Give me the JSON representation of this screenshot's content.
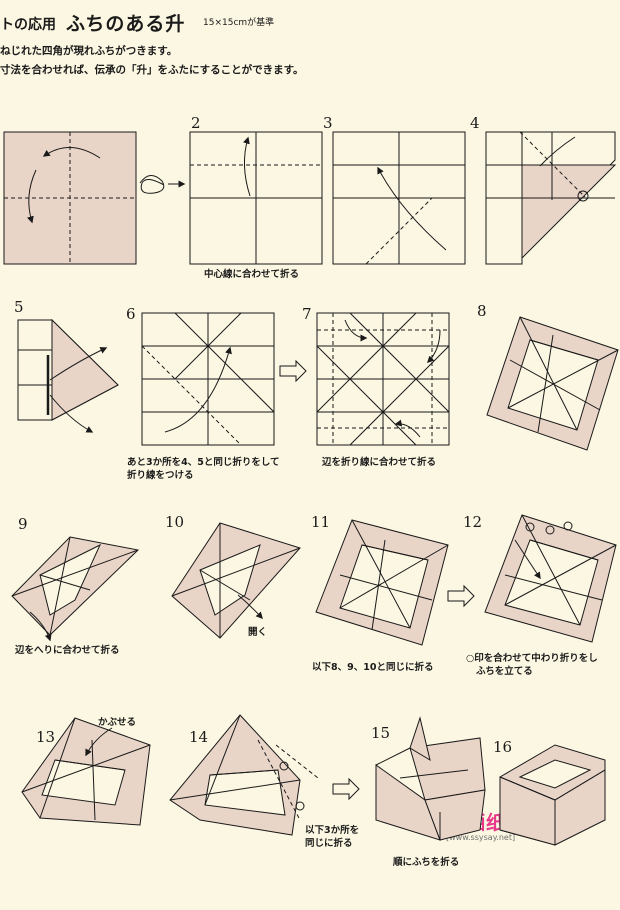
{
  "header": {
    "title_prefix": "トの応用",
    "title": "ふちのある升",
    "size_note": "15×15cmが基準"
  },
  "description": {
    "line1": "ねじれた四角が現れふちがつきます。",
    "line2": "寸法を合わせれば、伝承の「升」をふたにすることができます。"
  },
  "steps": [
    {
      "number": "2"
    },
    {
      "number": "3"
    },
    {
      "number": "4"
    },
    {
      "number": "5"
    },
    {
      "number": "6"
    },
    {
      "number": "7"
    },
    {
      "number": "8"
    },
    {
      "number": "9"
    },
    {
      "number": "10"
    },
    {
      "number": "11"
    },
    {
      "number": "12"
    },
    {
      "number": "13"
    },
    {
      "number": "14"
    },
    {
      "number": "15"
    },
    {
      "number": "16"
    }
  ],
  "captions": {
    "fold_to_center": "中心線に合わせて折る",
    "repeat_three_line1": "あと3か所を4、5と同じ折りをして",
    "repeat_three_line2": "折り線をつける",
    "fold_edge_to_crease": "辺を折り線に合わせて折る",
    "fold_edge_to_edge": "辺をへりに合わせて折る",
    "open": "開く",
    "repeat_8_9_10": "以下8、9、10と同じに折る",
    "inside_reverse_line1": "○印を合わせて中わり折りをし",
    "inside_reverse_line2": "ふちを立てる",
    "cover": "かぶせる",
    "repeat_three_same_line1": "以下3か所を",
    "repeat_three_same_line2": "同じに折る",
    "raise_edges": "順にふちを折る"
  },
  "watermark": {
    "text": "晒晒纸艺网",
    "url": "[www.ssysay.net]"
  },
  "colors": {
    "paper_colored": "#e9d5c8",
    "paper_white": "#fbf7e2",
    "line": "#1a1a1a",
    "watermark": "#e8388a"
  }
}
